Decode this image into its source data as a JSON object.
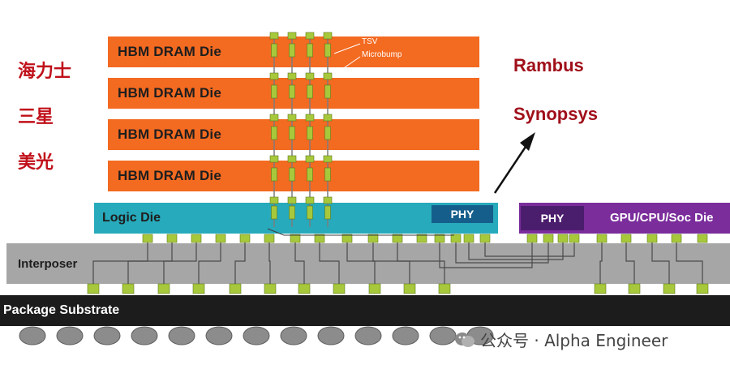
{
  "hbm_dies": [
    {
      "label": "HBM DRAM Die"
    },
    {
      "label": "HBM DRAM Die"
    },
    {
      "label": "HBM DRAM Die"
    },
    {
      "label": "HBM DRAM Die"
    }
  ],
  "tsv_labels": {
    "tsv": "TSV",
    "microbump": "Microbump"
  },
  "logic_die": {
    "label": "Logic Die",
    "phy": "PHY"
  },
  "soc_die": {
    "label": "GPU/CPU/Soc Die",
    "phy": "PHY"
  },
  "interposer": {
    "label": "Interposer"
  },
  "substrate": {
    "label": "Package Substrate"
  },
  "memory_vendors": [
    "海力士",
    "三星",
    "美光"
  ],
  "ip_vendors": [
    "Rambus",
    "Synopsys"
  ],
  "watermark": {
    "text": "公众号 · Alpha Engineer"
  },
  "colors": {
    "hbm": "#f36a21",
    "logic": "#27aabb",
    "phy_logic": "#155e8c",
    "soc": "#7a2d9b",
    "phy_soc": "#4b1d6d",
    "interposer": "#a6a6a6",
    "substrate": "#1c1c1c",
    "bump": "#a8c83c",
    "vendor_text": "#c0101a"
  }
}
